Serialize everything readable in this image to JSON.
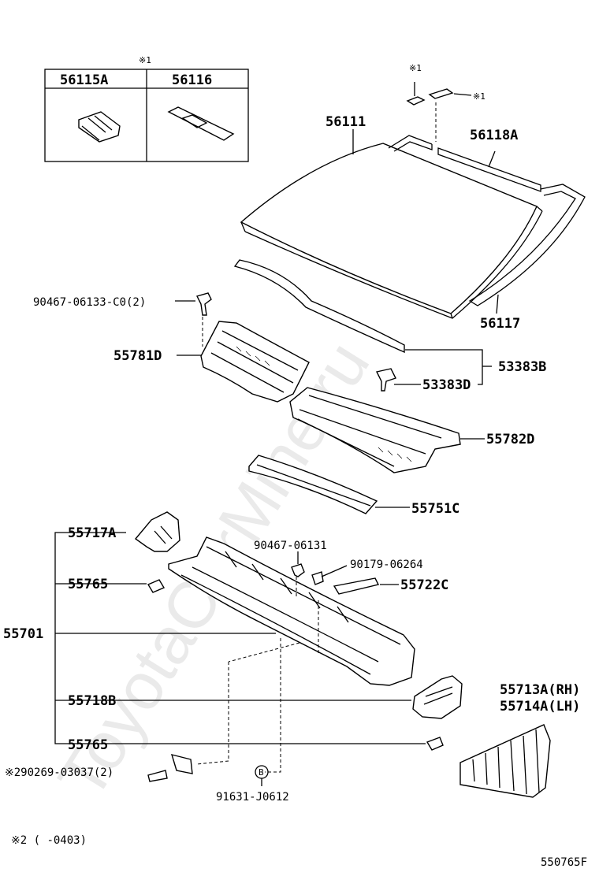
{
  "watermark": "ToyotaCarMine.ru",
  "inset": {
    "note_mark": "※1",
    "headers": [
      "56115A",
      "56116"
    ]
  },
  "labels": {
    "p56111": "56111",
    "p56118A": "56118A",
    "p56117": "56117",
    "note1a": "※1",
    "note1b": "※1",
    "bolt_top": "90467-06133-C0(2)",
    "p55781D": "55781D",
    "p53383B": "53383B",
    "p53383D": "53383D",
    "p55782D": "55782D",
    "p55751C": "55751C",
    "p55717A": "55717A",
    "clip_90467": "90467-06131",
    "nut_90179": "90179-06264",
    "p55765a": "55765",
    "p55722C": "55722C",
    "p55701": "55701",
    "p55718B": "55718B",
    "p55713A": "55713A(RH)",
    "p55714A": "55714A(LH)",
    "p55765b": "55765",
    "screw": "※290269-03037(2)",
    "b_mark": "B",
    "p91631": "91631-J0612",
    "footnote": "※2 (    -0403)",
    "diagram_code": "550765F"
  }
}
